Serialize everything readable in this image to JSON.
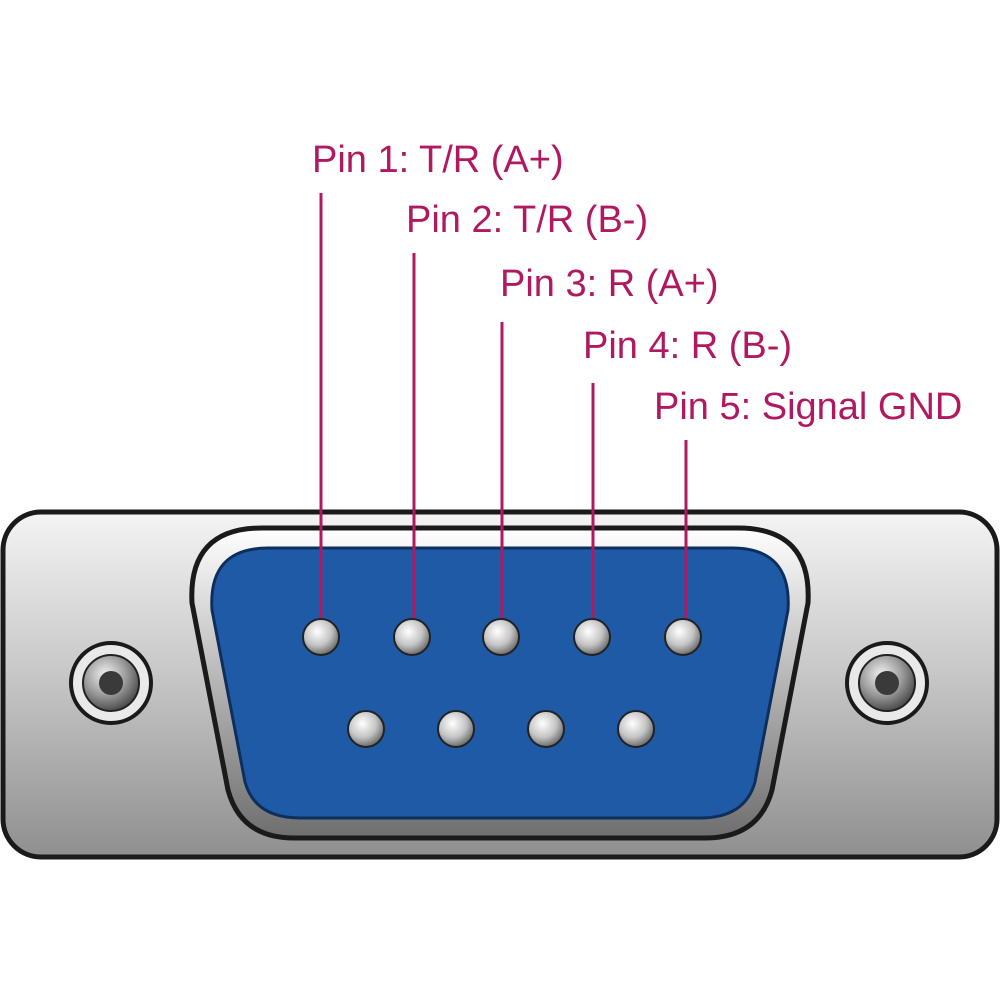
{
  "colors": {
    "label": "#b0195f",
    "leader_line": "#b0195f",
    "insulator": "#1f5aa6",
    "shell": "#c8c8c8",
    "outline": "#1a1a1a"
  },
  "labels": [
    "Pin 1: T/R (A+)",
    "Pin 2: T/R (B-)",
    "Pin 3: R (A+)",
    "Pin 4: R (B-)",
    "Pin 5: Signal GND"
  ],
  "pins": {
    "top_row_count": 5,
    "bottom_row_count": 4
  },
  "icons": [
    "screw-icon",
    "pin-icon"
  ]
}
